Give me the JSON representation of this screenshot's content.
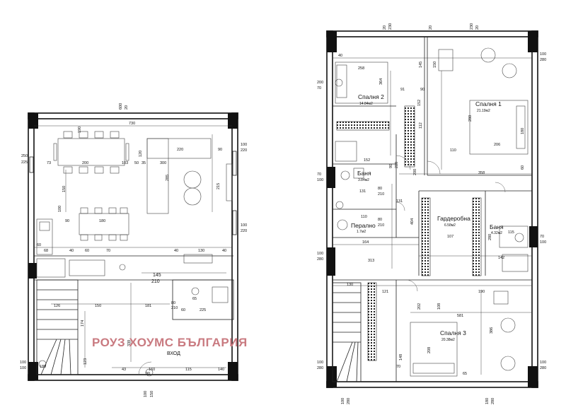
{
  "watermark": "РОУЗ ХОУМС БЪЛГАРИЯ",
  "colors": {
    "watermark": "#c97a80",
    "lines": "#111111"
  },
  "left_plan": {
    "entrance_label": "ВХОД",
    "dimensions": {
      "top_600": "600",
      "top_20": "20",
      "top_730": "730",
      "left_250": "250",
      "left_225": "225",
      "right_100a": "100",
      "right_220a": "220",
      "right_100b": "100",
      "right_220b": "220",
      "bottom_left_100a": "100",
      "bottom_left_100b": "100",
      "bottom_100": "100",
      "bottom_150": "150",
      "d220": "220",
      "d90": "90",
      "d190": "190",
      "d73": "73",
      "d200": "200",
      "d103": "103",
      "d120": "120",
      "d50": "50",
      "d35": "35",
      "d300": "300",
      "d285": "285",
      "d215": "215",
      "d150": "150",
      "d100": "100",
      "d180": "180",
      "d60a": "60",
      "d68": "68",
      "d40a": "40",
      "d60b": "60",
      "d70": "70",
      "d40b": "40",
      "d130": "130",
      "d40c": "40",
      "door_main_145": "145",
      "door_main_210": "210",
      "d126": "126",
      "d150b": "150",
      "d181": "181",
      "d80": "80",
      "d210": "210",
      "d65": "65",
      "d225": "225",
      "d60c": "60",
      "d174": "174",
      "d339": "339",
      "d123": "123",
      "d43": "43",
      "d160": "160",
      "d115": "115",
      "d140": "140",
      "d180b": "180",
      "d90b": "90"
    }
  },
  "right_plan": {
    "rooms": {
      "bedroom2": {
        "name": "Спалня 2",
        "area": "14.84м2"
      },
      "bedroom1": {
        "name": "Спалня 1",
        "area": "21.19м2"
      },
      "bath1": {
        "name": "Баня",
        "area": "3.84м2"
      },
      "laundry": {
        "name": "Перално",
        "area": "1.7м2"
      },
      "wardrobe": {
        "name": "Гардеробна",
        "area": "6.58м2"
      },
      "bath2": {
        "name": "Баня",
        "area": "4.32м2"
      },
      "bedroom3": {
        "name": "Спалня 3",
        "area": "20.38м2"
      }
    },
    "dimensions": {
      "top_20a": "20",
      "top_230": "230",
      "top_20b": "20",
      "top_230b": "230",
      "top_20c": "20",
      "left_200": "200",
      "left_70": "70",
      "left_70b": "70",
      "left_100b": "100",
      "left_100c": "100",
      "left_280c": "280",
      "left_100d": "100",
      "left_280d": "280",
      "right_100a": "100",
      "right_280a": "280",
      "right_70": "70",
      "right_100b": "100",
      "right_100c": "100",
      "right_280c": "280",
      "bottom_100": "100",
      "bottom_280": "280",
      "bottom_180": "180",
      "bottom_280b": "280",
      "d40": "40",
      "d258": "258",
      "d364": "364",
      "d91": "91",
      "d90": "90",
      "d150": "150",
      "d145": "145",
      "d152": "152",
      "d112": "112",
      "d280": "280",
      "d206": "206",
      "d180": "180",
      "d110": "110",
      "d358": "358",
      "d60": "60",
      "d200": "200",
      "d90b": "90",
      "d210": "210",
      "d80": "80",
      "d210b": "210",
      "d131": "131",
      "d110b": "110",
      "d210c": "210",
      "d404": "404",
      "d164": "164",
      "d107": "107",
      "d280b": "280",
      "d115": "115",
      "d142": "142",
      "d313": "313",
      "d121": "121",
      "d130": "130",
      "d190": "190",
      "d581": "581",
      "d202": "202",
      "d108": "108",
      "d386": "386",
      "d208": "208",
      "d148": "148",
      "d65": "65",
      "d70": "70"
    }
  }
}
